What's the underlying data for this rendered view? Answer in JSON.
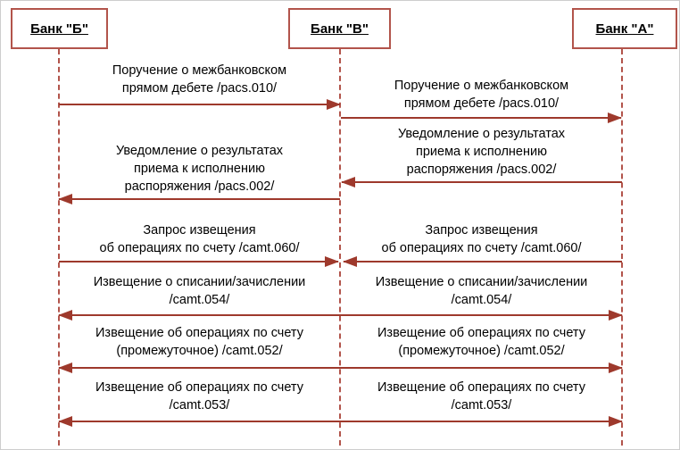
{
  "diagram": {
    "type": "sequence-diagram",
    "colors": {
      "arrow": "#9e392c",
      "lifeline_and_box_border": "#b2544b",
      "text": "#000000",
      "background": "#ffffff"
    },
    "actors": [
      {
        "label": "Банк \"Б\""
      },
      {
        "label": "Банк \"В\""
      },
      {
        "label": "Банк \"А\""
      }
    ],
    "messages": [
      {
        "lines": [
          "Поручение о межбанковском",
          "прямом дебете /pacs.010/"
        ],
        "from": "Банк \"Б\"",
        "to": "Банк \"В\"",
        "direction": "right"
      },
      {
        "lines": [
          "Поручение о межбанковском",
          "прямом дебете /pacs.010/"
        ],
        "from": "Банк \"В\"",
        "to": "Банк \"А\"",
        "direction": "right"
      },
      {
        "lines": [
          "Уведомление о результатах",
          "приема к исполнению",
          "распоряжения /pacs.002/"
        ],
        "from": "Банк \"А\"",
        "to": "Банк \"В\"",
        "direction": "left"
      },
      {
        "lines": [
          "Уведомление о результатах",
          "приема к исполнению",
          "распоряжения /pacs.002/"
        ],
        "from": "Банк \"В\"",
        "to": "Банк \"Б\"",
        "direction": "left"
      },
      {
        "lines": [
          "Запрос извещения",
          "об операциях по счету /camt.060/"
        ],
        "from": "Банк \"Б\"",
        "to": "Банк \"В\"",
        "direction": "right"
      },
      {
        "lines": [
          "Запрос извещения",
          "об операциях по счету /camt.060/"
        ],
        "from": "Банк \"А\"",
        "to": "Банк \"В\"",
        "direction": "left"
      },
      {
        "lines": [
          "Извещение о списании/зачислении",
          "/camt.054/"
        ],
        "from": "Банк \"Б\"",
        "to": "Банк \"А\"",
        "direction": "both"
      },
      {
        "lines": [
          "Извещение об операциях по счету",
          "(промежуточное) /camt.052/"
        ],
        "from": "Банк \"Б\"",
        "to": "Банк \"А\"",
        "direction": "both"
      },
      {
        "lines": [
          "Извещение об операциях по счету",
          "/camt.053/"
        ],
        "from": "Банк \"Б\"",
        "to": "Банк \"А\"",
        "direction": "both"
      }
    ]
  }
}
